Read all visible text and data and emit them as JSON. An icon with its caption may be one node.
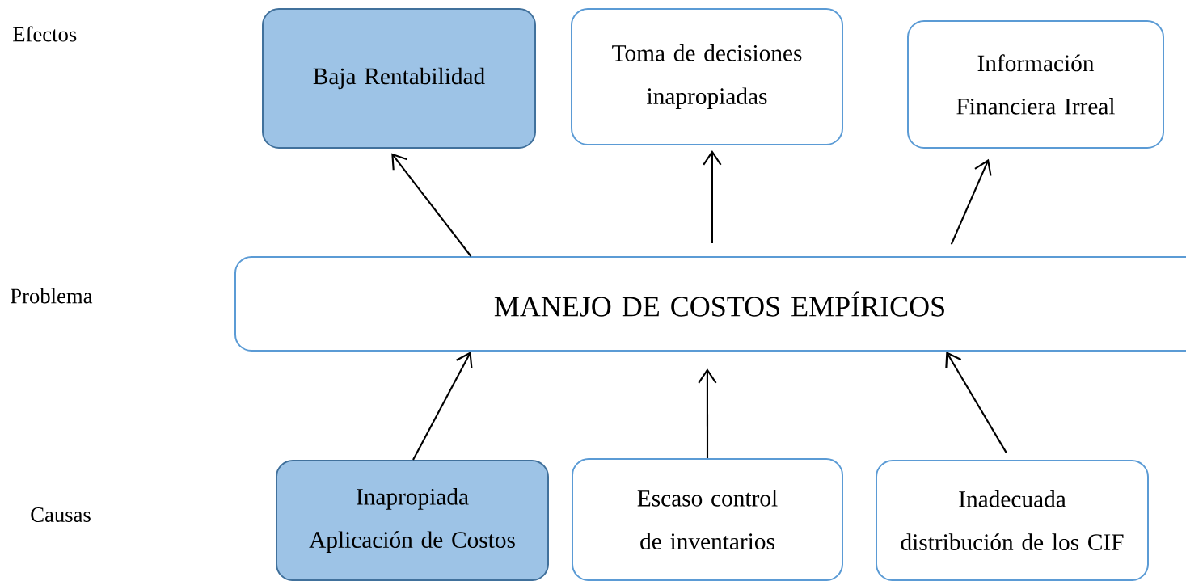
{
  "diagram": {
    "nodes": [
      {
        "text": [
          "Baja Rentabilidad"
        ]
      },
      {
        "text": [
          "Toma de decisiones inapropiadas"
        ]
      },
      {
        "text": [
          "Información Financiera Irreal"
        ]
      },
      {
        "text": [
          "MANEJO DE COSTOS EMPÍRICOS"
        ]
      },
      {
        "text": [
          "Inapropiada Aplicación de Costos"
        ]
      },
      {
        "text": [
          "Escaso control de inventarios"
        ]
      },
      {
        "text": [
          "Inadecuada distribución de los CIF"
        ]
      }
    ],
    "edges": [
      {
        "from": 3,
        "to": 0,
        "arrow": "to"
      },
      {
        "from": 3,
        "to": 1,
        "arrow": "to"
      },
      {
        "from": 3,
        "to": 2,
        "arrow": "to"
      },
      {
        "from": 4,
        "to": 3,
        "arrow": "to"
      },
      {
        "from": 5,
        "to": 3,
        "arrow": "to"
      },
      {
        "from": 6,
        "to": 3,
        "arrow": "to"
      }
    ],
    "labels": [
      "Efectos",
      "Problema",
      "Causas"
    ]
  }
}
